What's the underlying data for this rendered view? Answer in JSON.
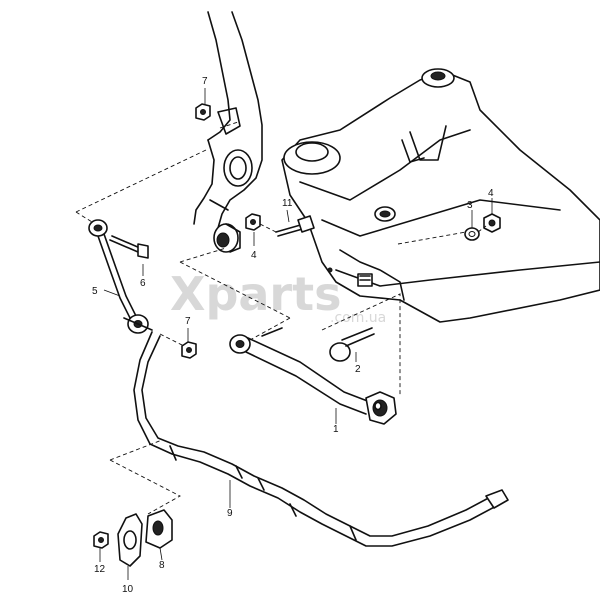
{
  "watermark": {
    "brand": "Xparts",
    "domain": ".com.ua"
  },
  "callouts": [
    {
      "id": "c1",
      "label": "1"
    },
    {
      "id": "c2",
      "label": "2"
    },
    {
      "id": "c3",
      "label": "3"
    },
    {
      "id": "c4a",
      "label": "4"
    },
    {
      "id": "c4b",
      "label": "4"
    },
    {
      "id": "c5",
      "label": "5"
    },
    {
      "id": "c6",
      "label": "6"
    },
    {
      "id": "c7a",
      "label": "7"
    },
    {
      "id": "c7b",
      "label": "7"
    },
    {
      "id": "c8",
      "label": "8"
    },
    {
      "id": "c9",
      "label": "9"
    },
    {
      "id": "c10",
      "label": "10"
    },
    {
      "id": "c11",
      "label": "11"
    },
    {
      "id": "c12",
      "label": "12"
    }
  ]
}
